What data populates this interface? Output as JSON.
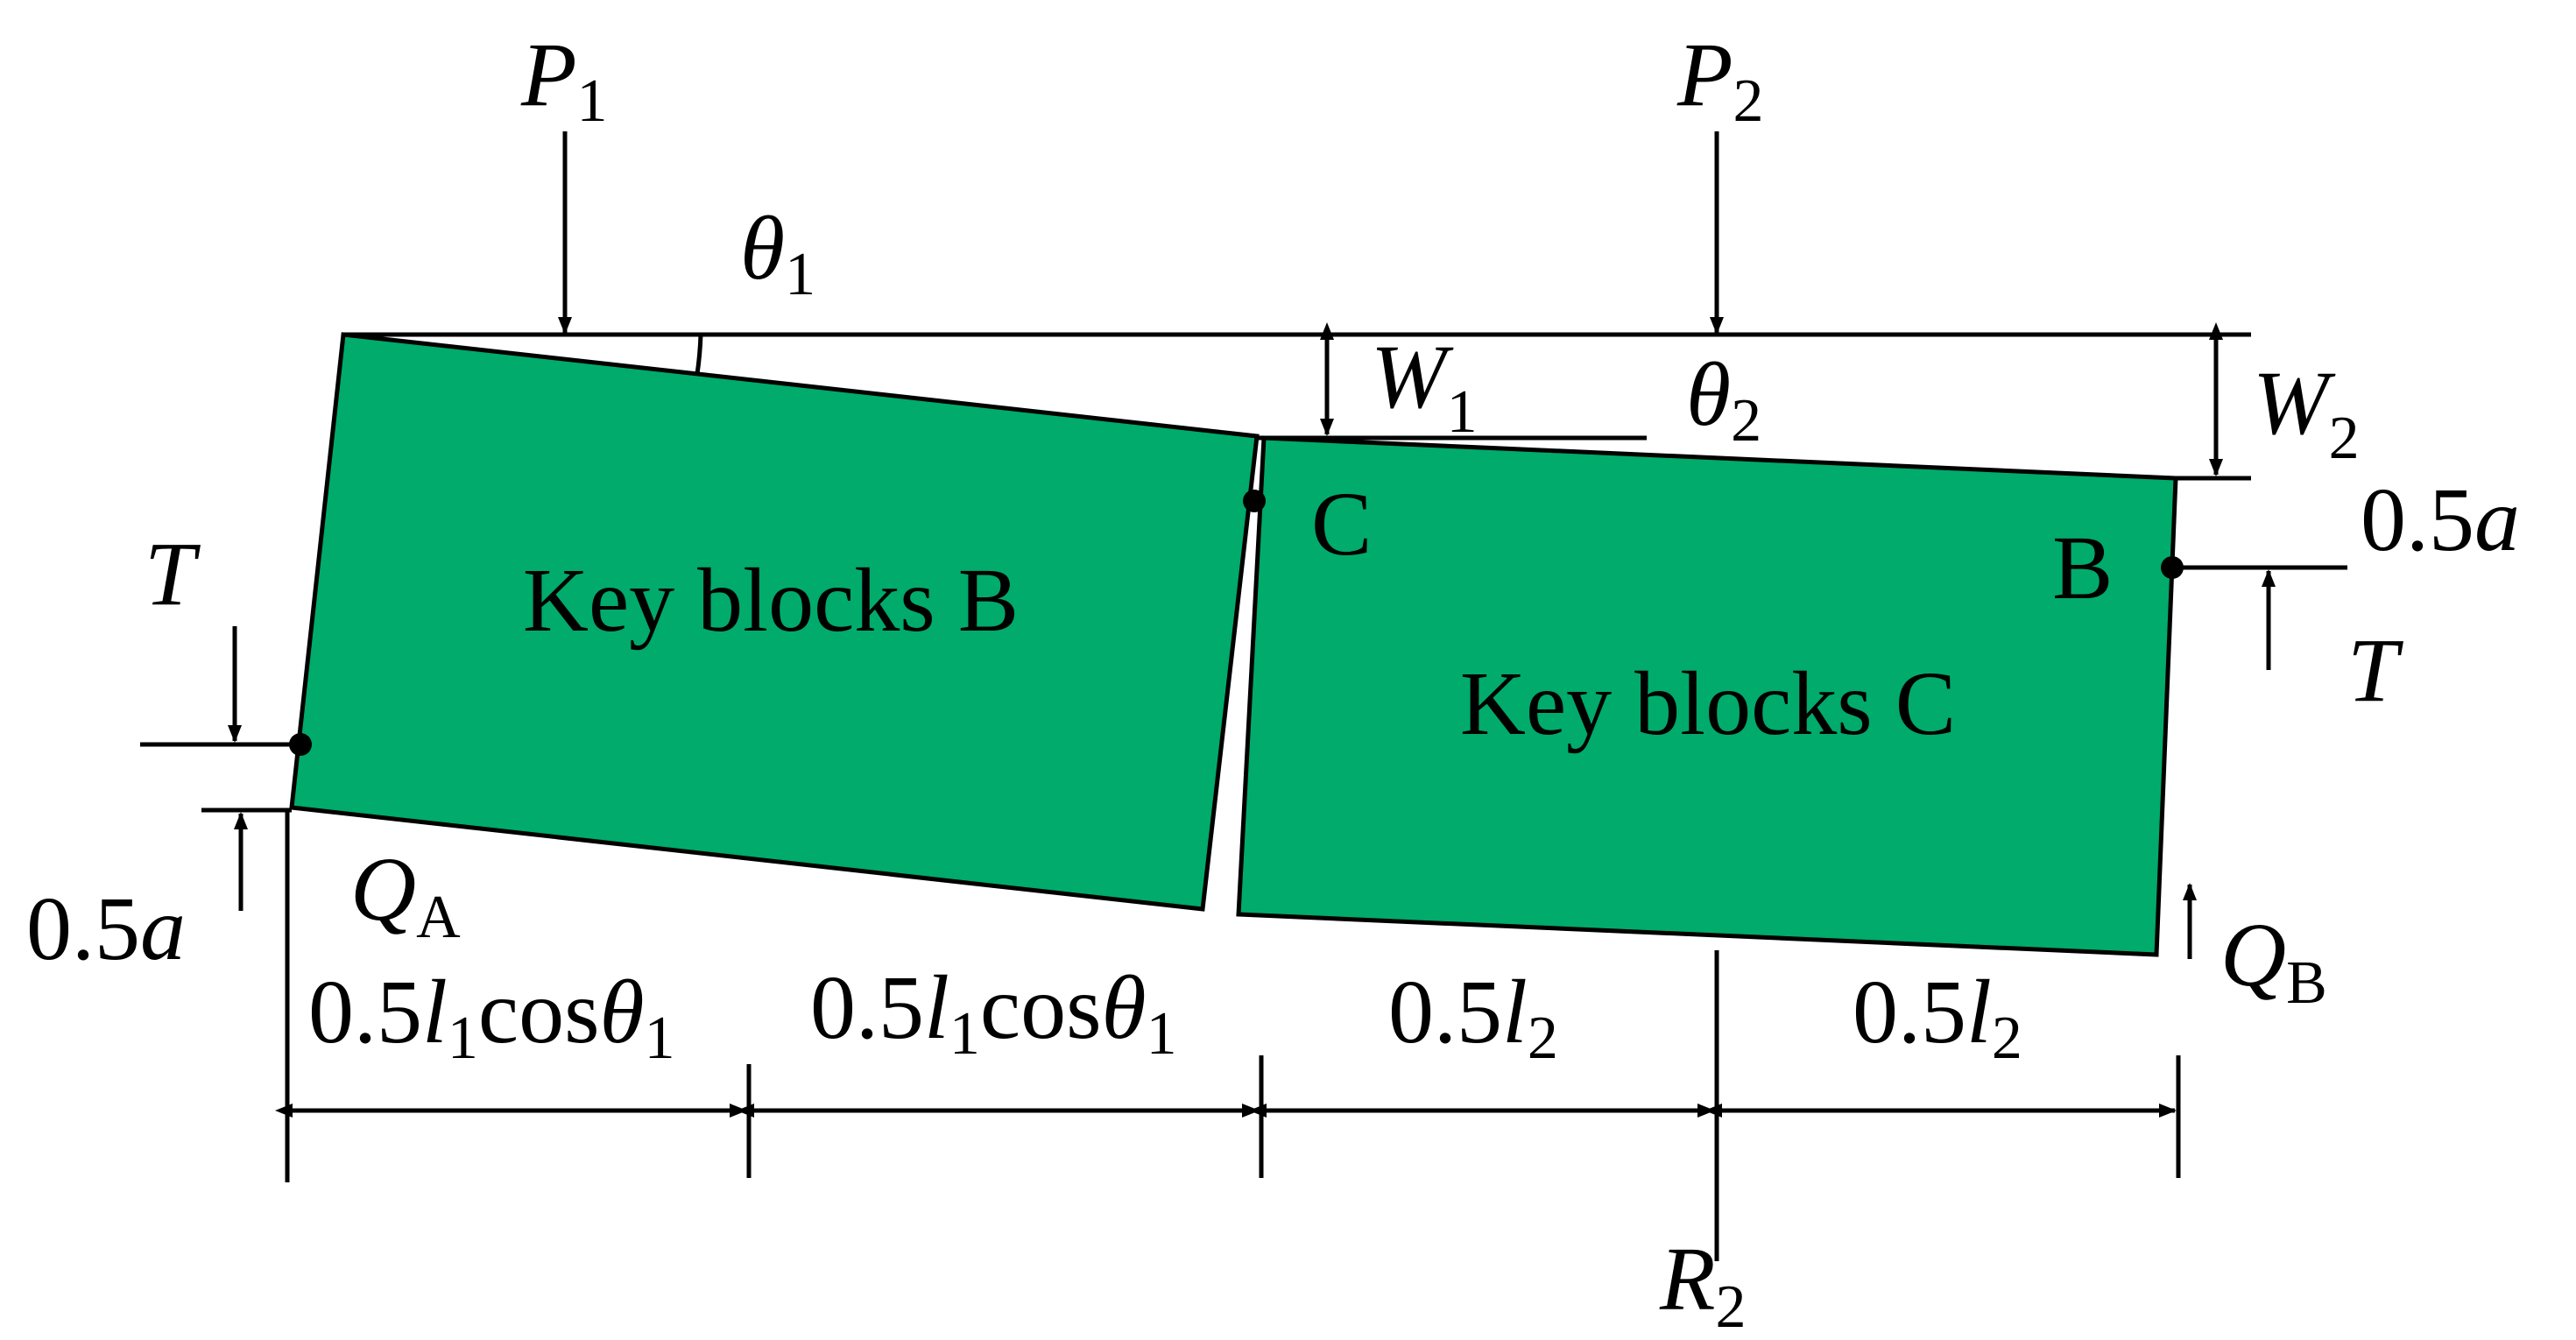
{
  "blocks": {
    "left_label": "Key blocks B",
    "right_label": "Key blocks C",
    "fill_color": "#00AB6B"
  },
  "hinges": {
    "c": "C",
    "b": "B"
  },
  "loads": {
    "p1_base": "P",
    "p1_sub": "1",
    "p2_base": "P",
    "p2_sub": "2"
  },
  "angles": {
    "theta1_base": "θ",
    "theta1_sub": "1",
    "theta2_base": "θ",
    "theta2_sub": "2"
  },
  "deflections": {
    "w1_base": "W",
    "w1_sub": "1",
    "w2_base": "W",
    "w2_sub": "2"
  },
  "forces": {
    "t_left": "T",
    "t_right": "T",
    "qa_base": "Q",
    "qa_sub": "A",
    "qb_base": "Q",
    "qb_sub": "B",
    "r2_base": "R",
    "r2_sub": "2"
  },
  "offsets": {
    "left_prefix": "0.5",
    "left_var": "a",
    "right_prefix": "0.5",
    "right_var": "a"
  },
  "dimensions": {
    "seg1_a": "0.5",
    "seg1_l": "l",
    "seg1_lsub": "1",
    "seg1_cos": "cos",
    "seg1_theta": "θ",
    "seg1_tsub": "1",
    "seg2_a": "0.5",
    "seg2_l": "l",
    "seg2_lsub": "1",
    "seg2_cos": "cos",
    "seg2_theta": "θ",
    "seg2_tsub": "1",
    "seg3_a": "0.5",
    "seg3_l": "l",
    "seg3_lsub": "2",
    "seg4_a": "0.5",
    "seg4_l": "l",
    "seg4_lsub": "2"
  }
}
